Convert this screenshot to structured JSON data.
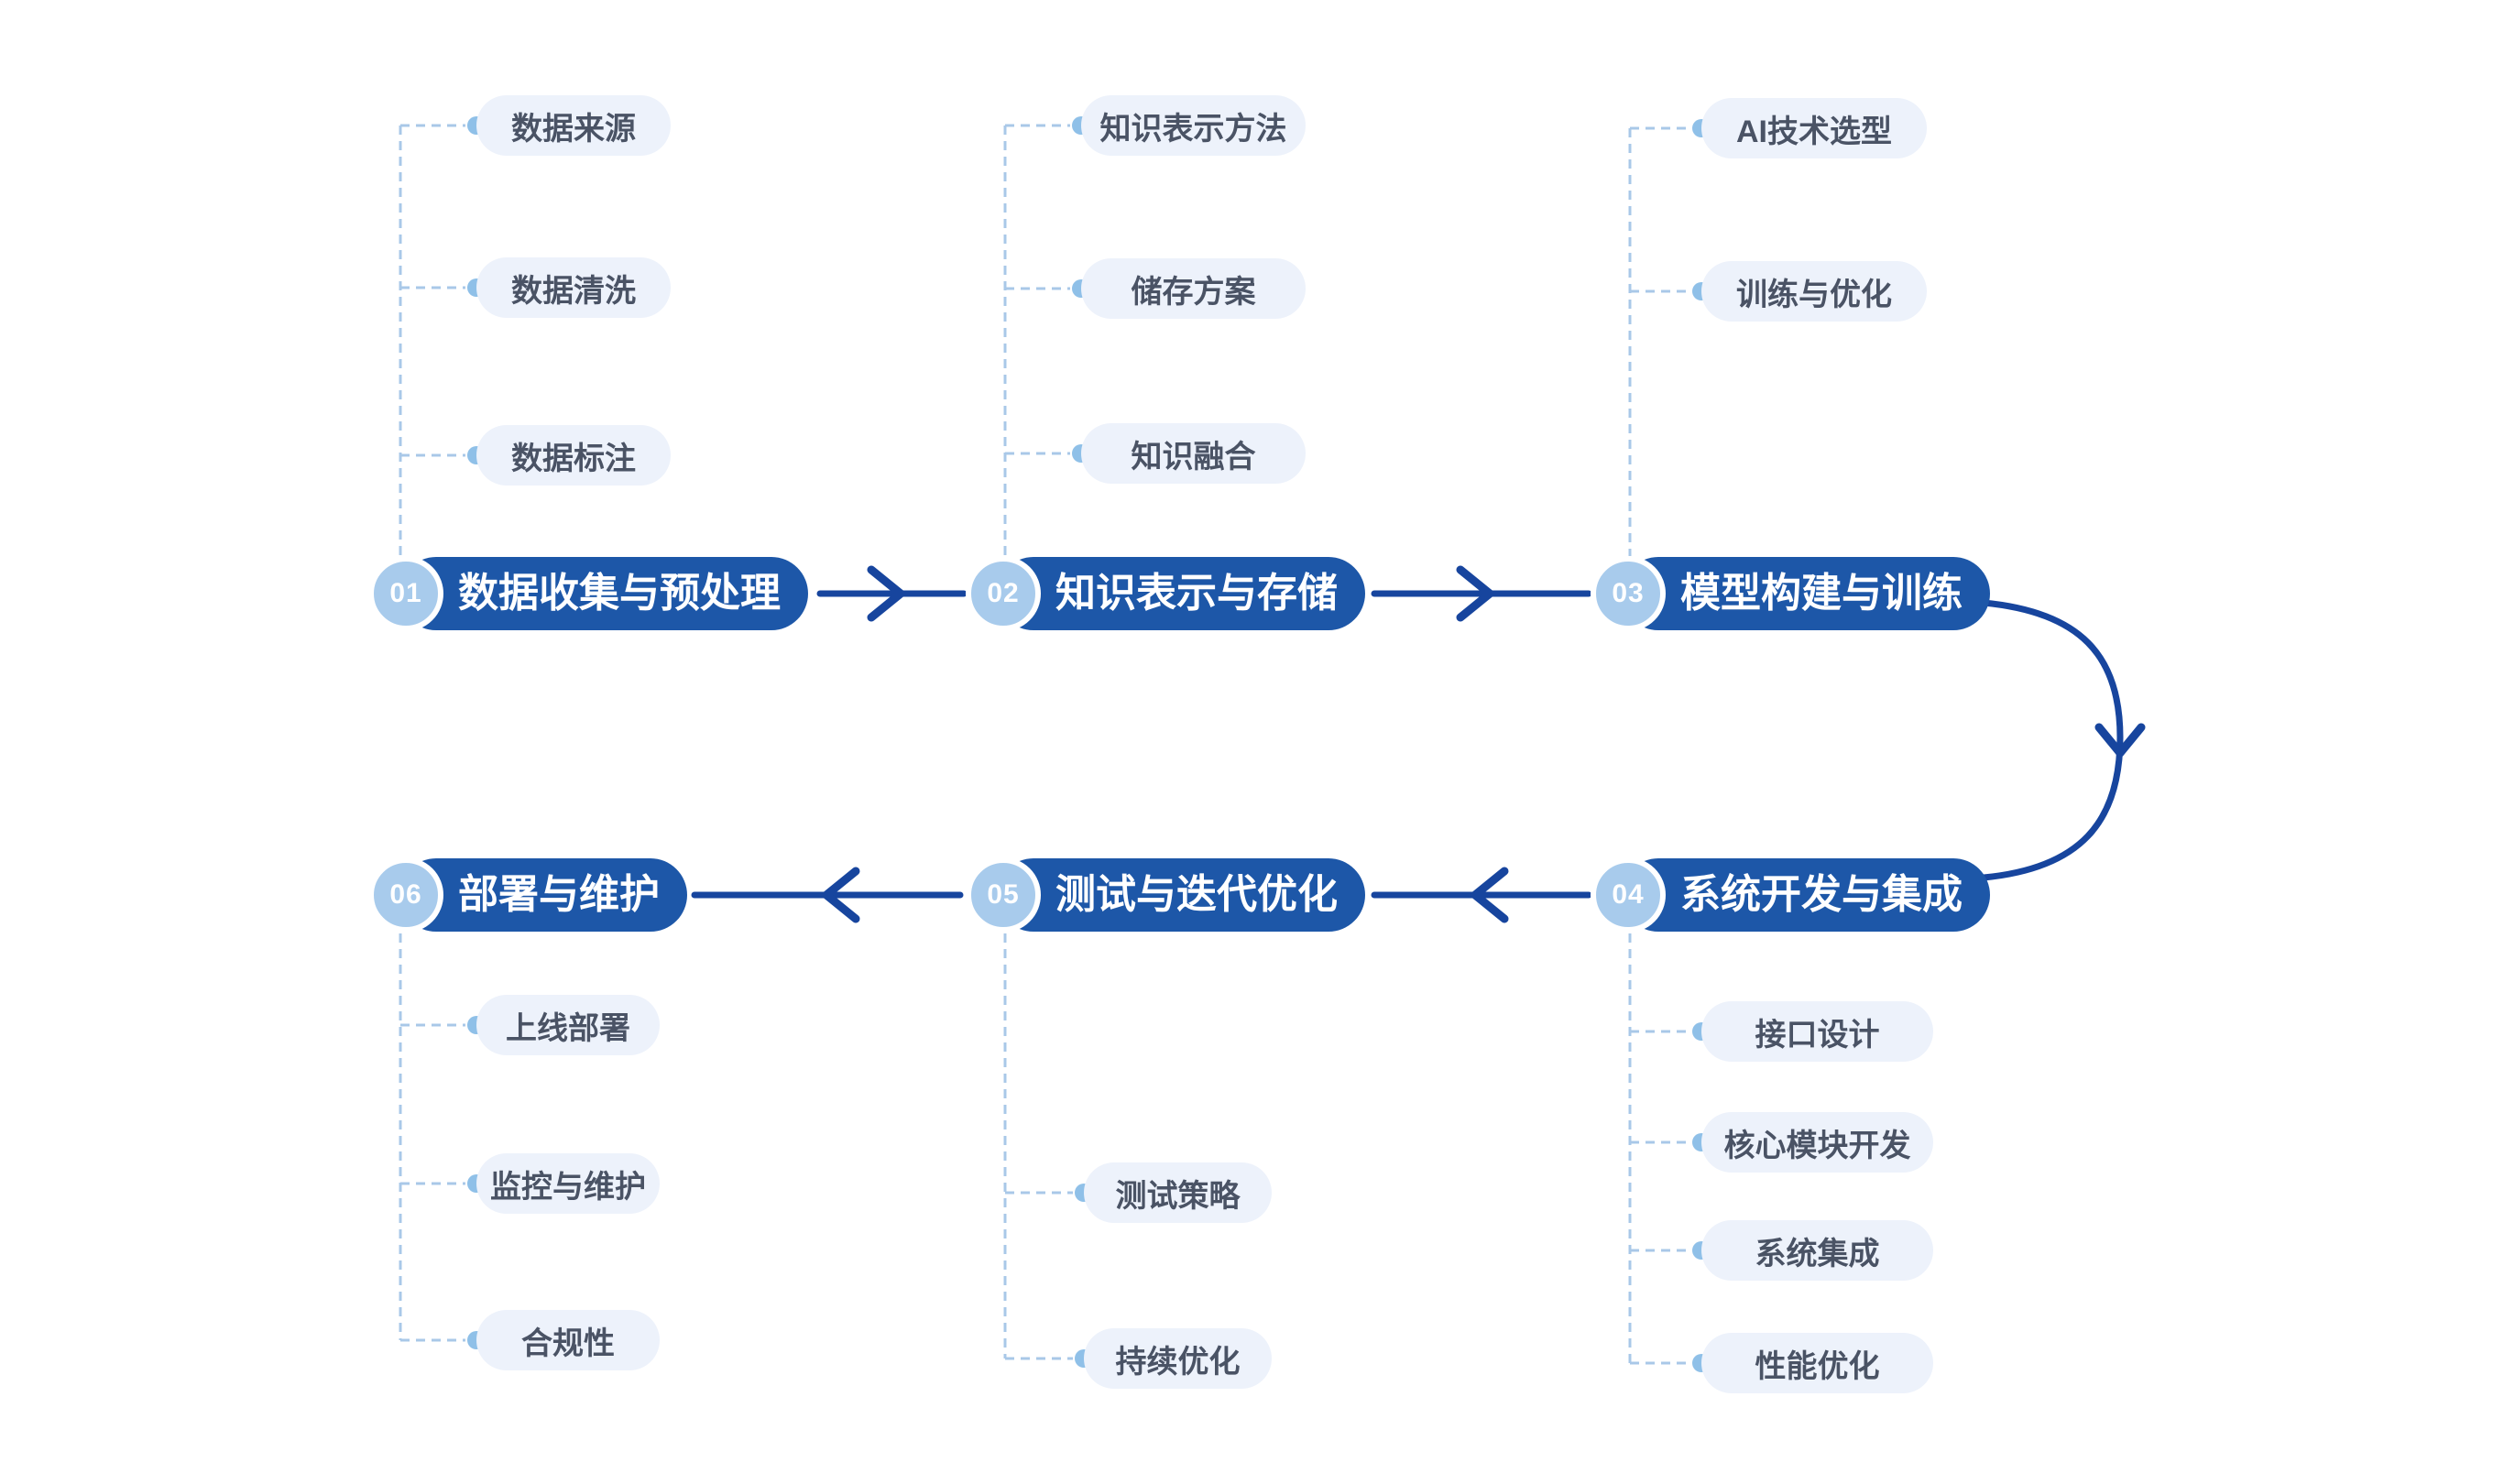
{
  "diagram": {
    "type": "flowchart",
    "language": "zh-CN",
    "colors": {
      "node_pill": "#1d57a8",
      "node_badge": "#a8cbec",
      "node_text": "#ffffff",
      "arrow": "#17459e",
      "sub_pill_bg": "#edf2fb",
      "sub_pill_text": "#4a5365",
      "dashed_line": "#a9c8e8",
      "dot": "#8fc0e8",
      "background": "#ffffff"
    },
    "steps": [
      {
        "num": "01",
        "label": "数据收集与预处理",
        "children": [
          "数据来源",
          "数据清洗",
          "数据标注"
        ]
      },
      {
        "num": "02",
        "label": "知识表示与存储",
        "children": [
          "知识表示方法",
          "储存方案",
          "知识融合"
        ]
      },
      {
        "num": "03",
        "label": "模型构建与训练",
        "children": [
          "AI技术选型",
          "训练与优化"
        ]
      },
      {
        "num": "04",
        "label": "系统开发与集成",
        "children": [
          "接口设计",
          "核心模块开发",
          "系统集成",
          "性能优化"
        ]
      },
      {
        "num": "05",
        "label": "测试与迭代优化",
        "children": [
          "测试策略",
          "持续优化"
        ]
      },
      {
        "num": "06",
        "label": "部署与维护",
        "children": [
          "上线部署",
          "监控与维护",
          "合规性"
        ]
      }
    ],
    "flow_order": [
      "01",
      "02",
      "03",
      "04",
      "05",
      "06"
    ]
  }
}
